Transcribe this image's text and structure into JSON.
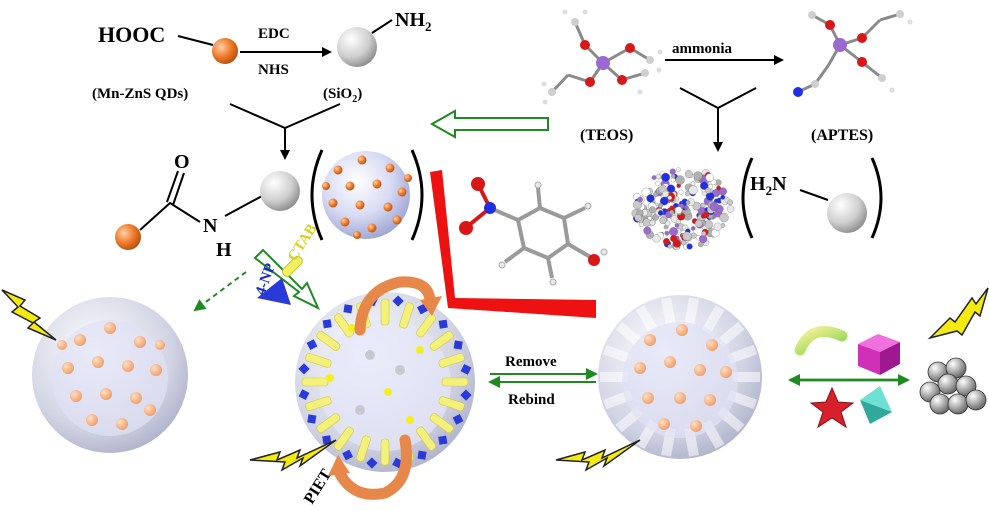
{
  "labels": {
    "hooc": "HOOC",
    "edc": "EDC",
    "nhs": "NHS",
    "nh2": "NH",
    "nh2_sub": "2",
    "mnzns": "(Mn-ZnS QDs)",
    "sio2_open": "(SiO",
    "sio2_sub": "2",
    "sio2_close": ")",
    "ammonia": "ammonia",
    "teos": "(TEOS)",
    "aptes": "(APTES)",
    "amide_o": "O",
    "amide_n": "N",
    "amide_h": "H",
    "h2n": "H",
    "h2n_sub": "2",
    "h2n_n": "N",
    "ctab": "CTAB",
    "fournp": "4-NP",
    "remove": "Remove",
    "rebind": "Rebind",
    "piet": "PIET"
  },
  "colors": {
    "qd_orange": "#f07a2a",
    "silica_lavender": "#c9cdf0",
    "green_arrow": "#1f8a1f",
    "red_wedge": "#ee1111",
    "lightning": "#f5ea10",
    "ctab_yellow": "#f2ef60",
    "np_blue": "#2a3ad8",
    "oxygen_red": "#d81818",
    "nitrogen_blue": "#2030e0",
    "silicon_purple": "#9a6ad0"
  }
}
